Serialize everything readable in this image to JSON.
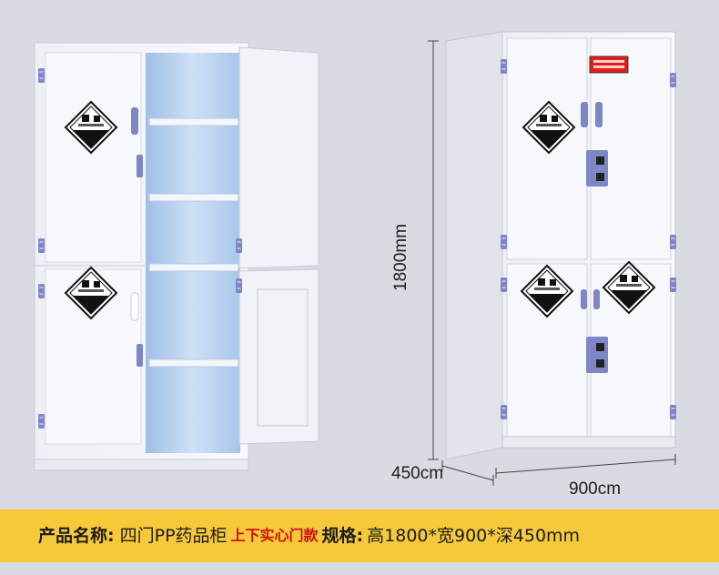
{
  "dimensions": {
    "height": "1800mm",
    "depth": "450cm",
    "width": "900cm"
  },
  "product": {
    "name_label": "产品名称:",
    "name_value": "四门PP药品柜",
    "variant": "上下实心门款",
    "spec_label": "规格:",
    "spec_value": "高1800*宽900*深450mm"
  },
  "colors": {
    "background": "#d9dbe2",
    "cabinet": "#f4f6fb",
    "interior": "#bcd4f0",
    "hinge": "#7f86c8",
    "banner": "#f5c93a",
    "accent_red": "#d01010"
  },
  "icons": {
    "hazard_sign": "corrosive-hazard-sign-icon",
    "warning_sticker": "red-warning-sticker-icon",
    "lock": "lock-icon",
    "handle": "handle-icon"
  }
}
